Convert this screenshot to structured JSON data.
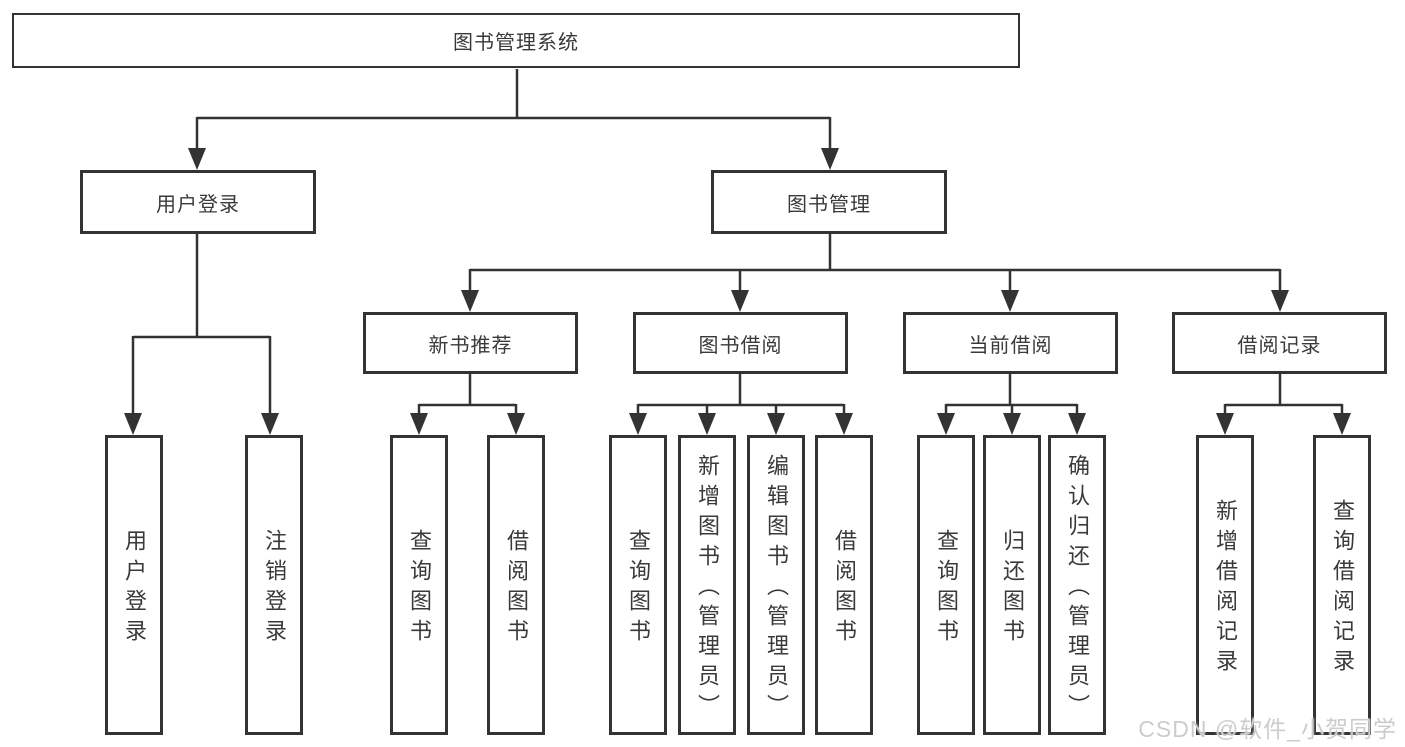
{
  "colors": {
    "background": "#ffffff",
    "line": "#333333",
    "box_border": "#333333",
    "text": "#3a3a3a",
    "watermark": "#cccccc"
  },
  "tree": {
    "label": "图书管理系统",
    "children": [
      {
        "label": "用户登录",
        "children": [
          {
            "label": "用户登录"
          },
          {
            "label": "注销登录"
          }
        ]
      },
      {
        "label": "图书管理",
        "children": [
          {
            "label": "新书推荐",
            "children": [
              {
                "label": "查询图书"
              },
              {
                "label": "借阅图书"
              }
            ]
          },
          {
            "label": "图书借阅",
            "children": [
              {
                "label": "查询图书"
              },
              {
                "label": "新增图书（管理员）"
              },
              {
                "label": "编辑图书（管理员）"
              },
              {
                "label": "借阅图书"
              }
            ]
          },
          {
            "label": "当前借阅",
            "children": [
              {
                "label": "查询图书"
              },
              {
                "label": "归还图书"
              },
              {
                "label": "确认归还（管理员）"
              }
            ]
          },
          {
            "label": "借阅记录",
            "children": [
              {
                "label": "新增借阅记录"
              },
              {
                "label": "查询借阅记录"
              }
            ]
          }
        ]
      }
    ]
  },
  "watermark": {
    "text": "CSDN @软件_小贺同学"
  }
}
